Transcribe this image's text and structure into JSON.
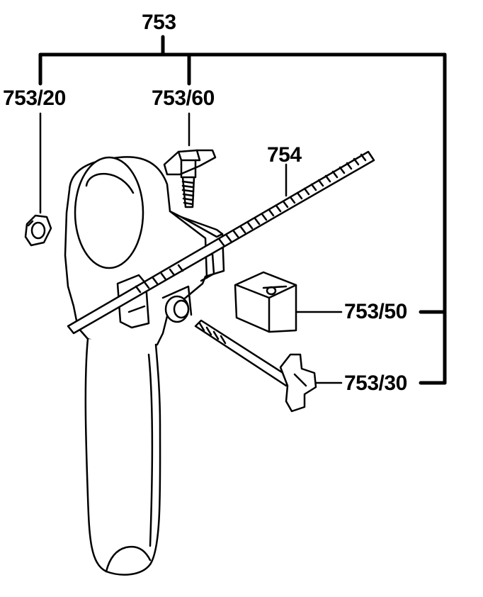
{
  "callouts": {
    "assembly": "753",
    "nut": "753/20",
    "wing_screw": "753/60",
    "depth_rod": "754",
    "clamp_block": "753/50",
    "handle_screw": "753/30"
  }
}
